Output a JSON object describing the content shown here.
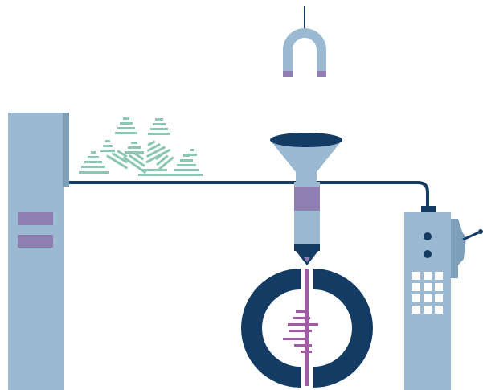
{
  "diagram": {
    "components": [
      {
        "name": "magnet",
        "icon": "horseshoe-magnet-icon"
      },
      {
        "name": "left-cabinet"
      },
      {
        "name": "crystal-pile"
      },
      {
        "name": "sample-funnel"
      },
      {
        "name": "electrospray-needle"
      },
      {
        "name": "ring-electrode"
      },
      {
        "name": "spectrum-bars"
      },
      {
        "name": "control-unit",
        "icon": "power-lever-icon"
      }
    ],
    "colors": {
      "steel_blue": "#9bb9d1",
      "steel_blue_dark": "#7d9fba",
      "navy": "#143b63",
      "purple": "#a05aa6",
      "mauve": "#8e7eb2",
      "mint": "#8cc7b1",
      "white": "#ffffff"
    },
    "control_unit": {
      "keypad_rows": 4,
      "keypad_cols": 3
    }
  }
}
